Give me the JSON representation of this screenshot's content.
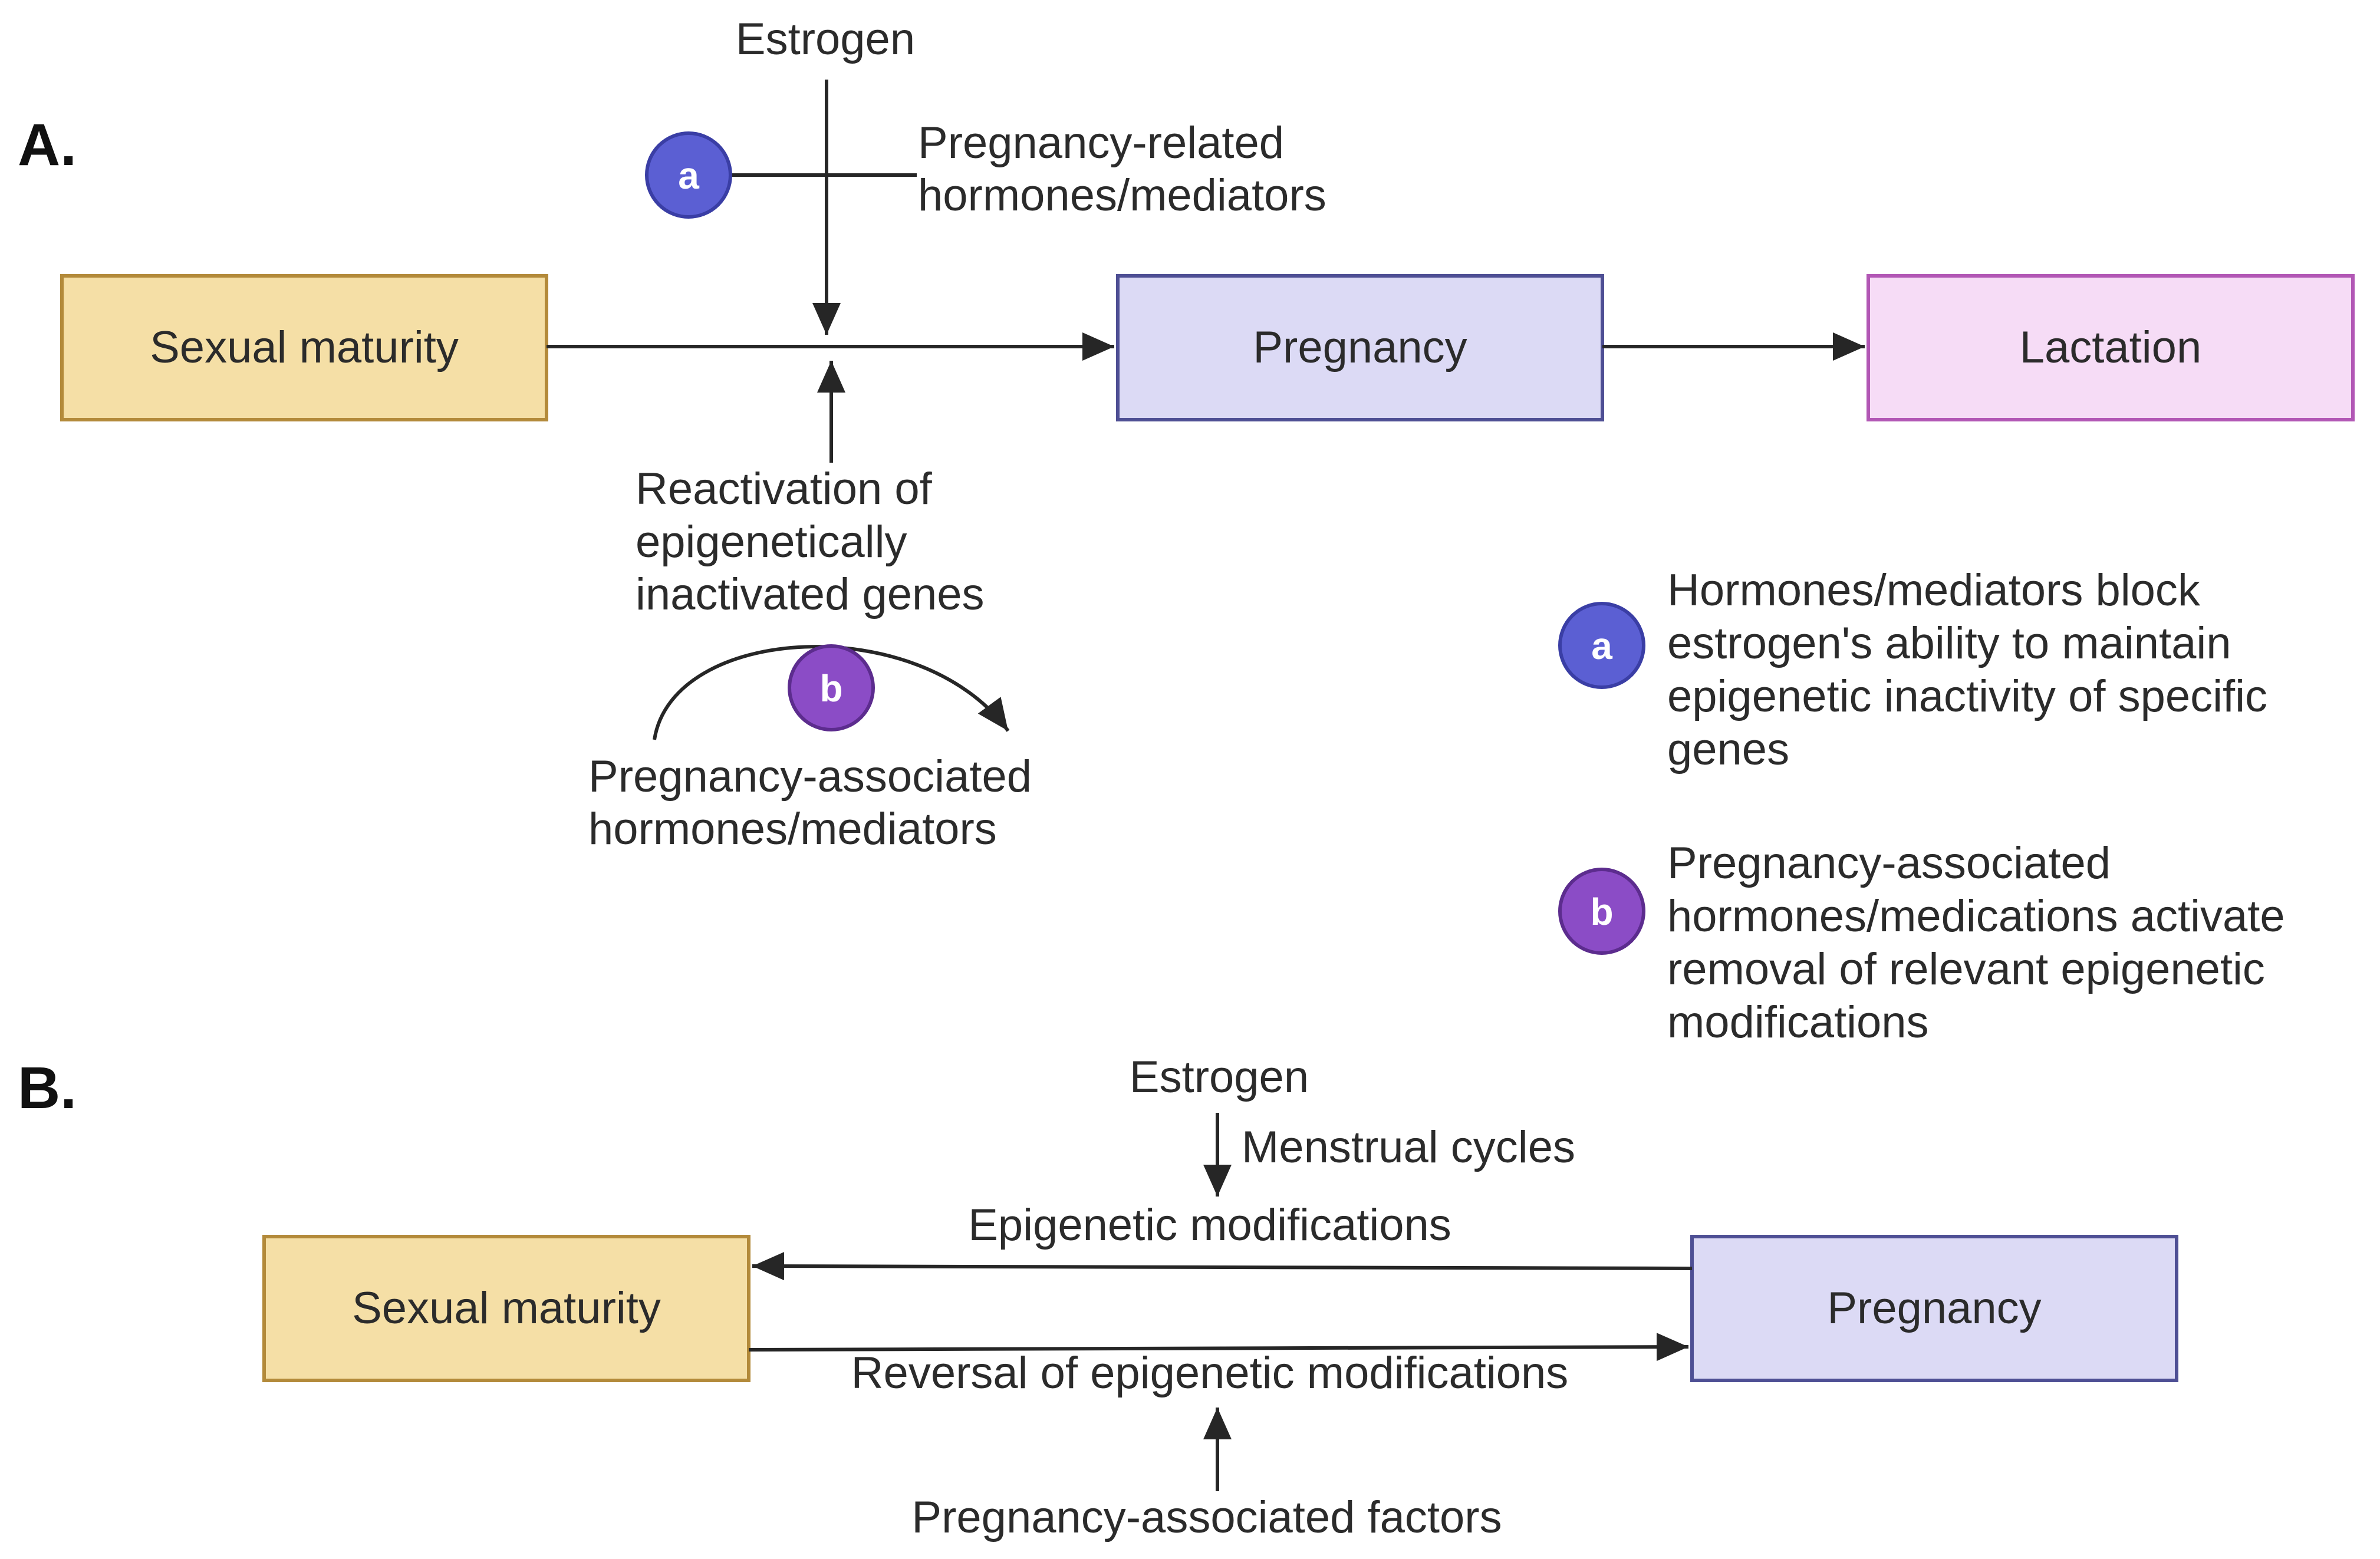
{
  "colors": {
    "sexual_maturity_fill": "#f5dfa6",
    "sexual_maturity_stroke": "#b38a3a",
    "pregnancy_fill": "#dcdaf5",
    "pregnancy_stroke": "#4e4f94",
    "lactation_fill": "#f6dcf6",
    "lactation_stroke": "#b257b5",
    "badge_a_fill": "#5b5fd3",
    "badge_a_stroke": "#3a3ea5",
    "badge_b_fill": "#8b4cc6",
    "badge_b_stroke": "#5c2c8e",
    "line": "#262626"
  },
  "panel_a": {
    "label": "A.",
    "boxes": {
      "sexual_maturity": "Sexual maturity",
      "pregnancy": "Pregnancy",
      "lactation": "Lactation"
    },
    "estrogen": "Estrogen",
    "badge_a": "a",
    "pregnancy_related": [
      "Pregnancy-related",
      "hormones/mediators"
    ],
    "reactivation": [
      "Reactivation of",
      "epigenetically",
      "inactivated genes"
    ],
    "badge_b": "b",
    "pregnancy_associated": [
      "Pregnancy-associated",
      "hormones/mediators"
    ],
    "legend": [
      {
        "badge": "a",
        "lines": [
          "Hormones/mediators block",
          "estrogen's ability to maintain",
          "epigenetic inactivity of specific",
          "genes"
        ]
      },
      {
        "badge": "b",
        "lines": [
          "Pregnancy-associated",
          "hormones/medications activate",
          "removal of relevant epigenetic",
          "modifications"
        ]
      }
    ]
  },
  "panel_b": {
    "label": "B.",
    "boxes": {
      "sexual_maturity": "Sexual maturity",
      "pregnancy": "Pregnancy"
    },
    "estrogen": "Estrogen",
    "menstrual_cycles": "Menstrual cycles",
    "epigenetic_modifications": "Epigenetic modifications",
    "reversal": "Reversal of epigenetic modifications",
    "pregnancy_associated_factors": "Pregnancy-associated factors"
  }
}
